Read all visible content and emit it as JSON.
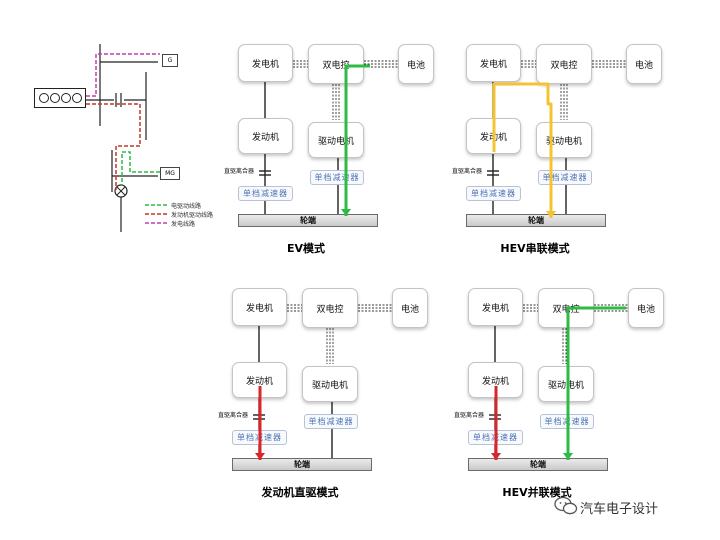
{
  "overview": {
    "generator_label": "G",
    "motor_label": "MG",
    "legend": [
      {
        "label": "电驱动线路",
        "color": "#2ebb45",
        "style": "dashed"
      },
      {
        "label": "发动机驱动线路",
        "color": "#c0392b",
        "style": "dashed"
      },
      {
        "label": "发电线路",
        "color": "#c23fb0",
        "style": "dashed"
      }
    ]
  },
  "panels": [
    {
      "id": "ev",
      "caption": "EV模式",
      "flow_color": "#2ebb45",
      "flow_description": "电池 → 双电控 → 驱动电机 → 轮端",
      "labels": {
        "generator": "发电机",
        "controller": "双电控",
        "battery": "电池",
        "engine": "发动机",
        "motor": "驱动电机",
        "clutch": "直驱离合器",
        "gearbox": "单档减速器",
        "wheels": "轮端"
      }
    },
    {
      "id": "hev-series",
      "caption": "HEV串联模式",
      "flow_color": "#f4c430",
      "flow_description": "发动机 → 发电机 → 双电控 → 驱动电机 → 轮端",
      "labels": {
        "generator": "发电机",
        "controller": "双电控",
        "battery": "电池",
        "engine": "发动机",
        "motor": "驱动电机",
        "clutch": "直驱离合器",
        "gearbox": "单档减速器",
        "wheels": "轮端"
      }
    },
    {
      "id": "engine-direct",
      "caption": "发动机直驱模式",
      "flow_color": "#d9262b",
      "flow_description": "发动机 → 直驱离合器 → 轮端",
      "labels": {
        "generator": "发电机",
        "controller": "双电控",
        "battery": "电池",
        "engine": "发动机",
        "motor": "驱动电机",
        "clutch": "直驱离合器",
        "gearbox": "单档减速器",
        "wheels": "轮端"
      }
    },
    {
      "id": "hev-parallel",
      "caption": "HEV并联模式",
      "flow_colors": [
        "#d9262b",
        "#2ebb45"
      ],
      "flow_description": "发动机 → 直驱离合器 → 轮端；电池 → 双电控 → 驱动电机 → 轮端",
      "labels": {
        "generator": "发电机",
        "controller": "双电控",
        "battery": "电池",
        "engine": "发动机",
        "motor": "驱动电机",
        "clutch": "直驱离合器",
        "gearbox": "单档减速器",
        "wheels": "轮端"
      }
    }
  ],
  "watermark": {
    "text": "汽车电子设计",
    "icon": "wechat-icon"
  }
}
